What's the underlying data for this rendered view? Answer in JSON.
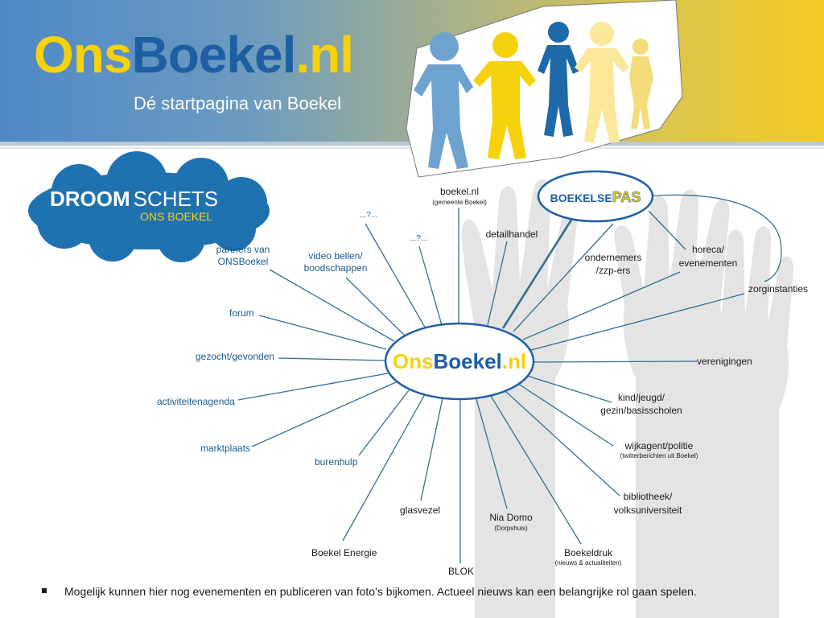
{
  "header": {
    "logo_part1": "Ons",
    "logo_part2": "Boekel",
    "logo_part3": ".nl",
    "tagline": "Dé startpagina van Boekel"
  },
  "cloud": {
    "line1_a": "DROOM",
    "line1_b": "SCHETS",
    "line2": "ONS BOEKEL"
  },
  "hub": {
    "part1": "Ons",
    "part2": "Boekel",
    "part3": ".nl"
  },
  "boekelse_pas": {
    "part1": "BOEKELSE",
    "part2": "PAS"
  },
  "nodes": {
    "unknown_1": "...?...",
    "unknown_2": "...?...",
    "boekel_nl": "boekel.nl",
    "boekel_nl_sub": "(gemeente Boekel)",
    "partners_1": "partners van",
    "partners_2": "ONSBoekel",
    "video_1": "video bellen/",
    "video_2": "boodschappen",
    "forum": "forum",
    "gezocht": "gezocht/gevonden",
    "activiteiten": "activiteitenagenda",
    "marktplaats": "marktplaats",
    "burenhulp": "burenhulp",
    "glasvezel": "glasvezel",
    "energie": "Boekel Energie",
    "blok": "BLOK",
    "nia_domo": "Nia Domo",
    "nia_domo_sub": "(Dorpshuis)",
    "boekeldruk": "Boekeldruk",
    "boekeldruk_sub": "(nieuws & actualiteiten)",
    "bibliotheek_1": "bibliotheek/",
    "bibliotheek_2": "volksuniversiteit",
    "wijkagent": "wijkagent/politie",
    "wijkagent_sub": "(twitterberichten uit Boekel)",
    "kind_1": "kind/jeugd/",
    "kind_2": "gezin/basisscholen",
    "verenigingen": "verenigingen",
    "zorg": "zorginstanties",
    "horeca_1": "horeca/",
    "horeca_2": "evenementen",
    "ondernemers_1": "ondernemers",
    "ondernemers_2": "/zzp-ers",
    "detailhandel": "detailhandel"
  },
  "note": "Mogelijk kunnen hier nog evenementen en publiceren van foto’s bijkomen. Actueel nieuws kan een belangrijke rol gaan spelen.",
  "colors": {
    "yellow": "#f6d20d",
    "blue": "#1e5fa3",
    "line": "#33708f",
    "label_blue": "#1a5a8e"
  }
}
